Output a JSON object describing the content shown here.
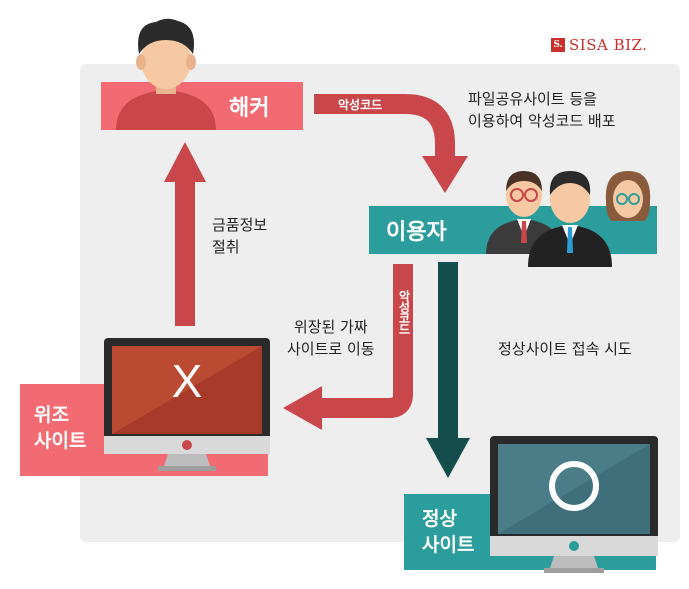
{
  "brand": {
    "mark": "S.",
    "text": "SISA BIZ."
  },
  "nodes": {
    "hacker": "해커",
    "user": "이용자",
    "fake_site_line1": "위조",
    "fake_site_line2": "사이트",
    "real_site_line1": "정상",
    "real_site_line2": "사이트"
  },
  "arrows": {
    "malware_top": "악성코드",
    "malware_side": "악성코드"
  },
  "captions": {
    "distribute_line1": "파일공유사이트 등을",
    "distribute_line2": "이용하여 악성코드 배포",
    "steal_line1": "금품정보",
    "steal_line2": "절취",
    "redirect_line1": "위장된 가짜",
    "redirect_line2": "사이트로 이동",
    "attempt": "정상사이트 접속 시도"
  },
  "monitors": {
    "fake_symbol": "X",
    "real_symbol": "O"
  },
  "colors": {
    "red": "#c9474b",
    "pink": "#f36b72",
    "teal": "#2a9d9c",
    "dark_teal": "#144d4d",
    "panel": "#eeeeee"
  }
}
